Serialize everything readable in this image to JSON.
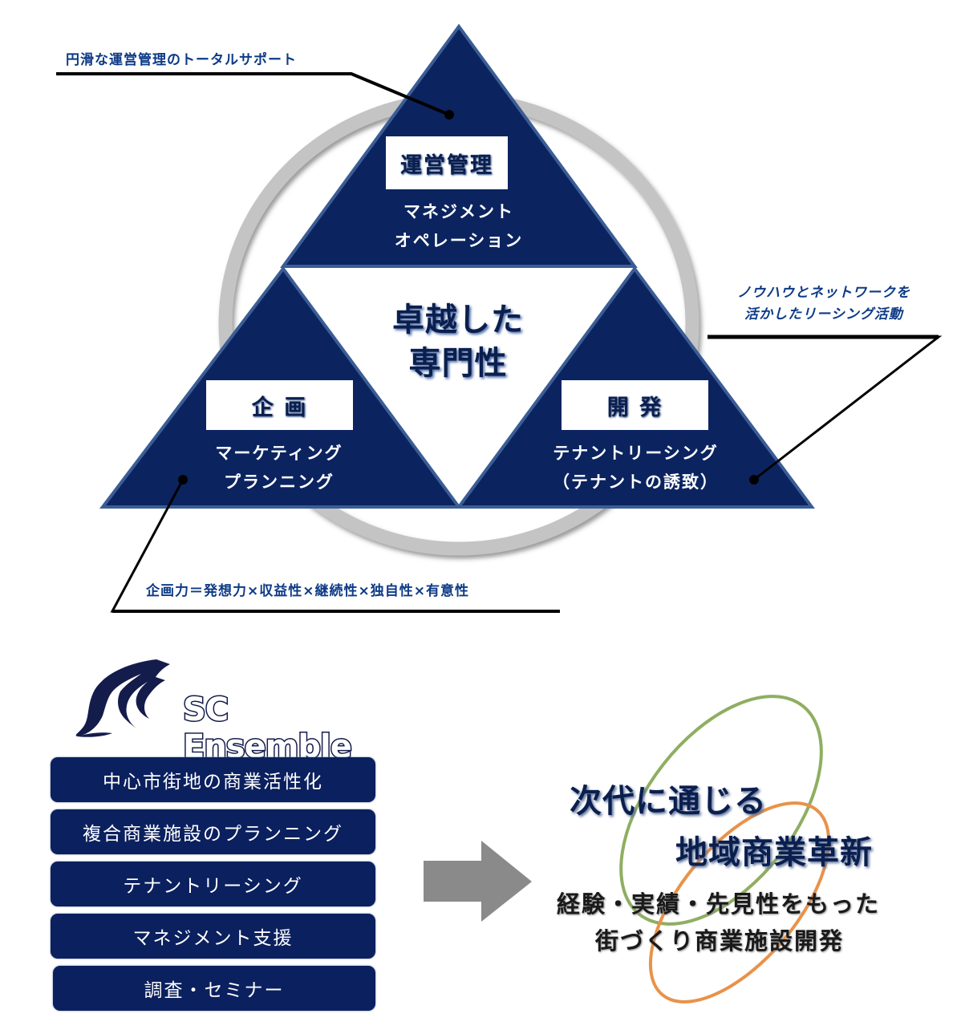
{
  "callouts": {
    "top_left": "円滑な運営管理のトータルサポート",
    "right": [
      "ノウハウとネットワークを",
      "活かしたリーシング活動"
    ],
    "bottom": "企画力＝発想力×収益性×継続性×独自性×有意性"
  },
  "center": {
    "line1": "卓越した",
    "line2": "専門性"
  },
  "triangles": {
    "top": {
      "title": "運営管理",
      "sub1": "マネジメント",
      "sub2": "オペレーション"
    },
    "left": {
      "title": "企 画",
      "sub1": "マーケティング",
      "sub2": "プランニング"
    },
    "right": {
      "title": "開 発",
      "sub1": "テナントリーシング",
      "sub2": "（テナントの誘致）"
    }
  },
  "logo": {
    "text": "SC Ensemble",
    "icon": "swirl-figure-icon"
  },
  "services": [
    "中心市街地の商業活性化",
    "複合商業施設のプランニング",
    "テナントリーシング",
    "マネジメント支援",
    "調査・セミナー"
  ],
  "arrow": {
    "icon": "arrow-right-icon"
  },
  "slogan": {
    "line1": "次代に通じる",
    "line2": "地域商業革新",
    "sub1": "経験・実績・先見性をもった",
    "sub2": "街づくり商業施設開発"
  },
  "colors": {
    "navy": "#0b2460",
    "triangle_edge": "#3b5d95",
    "ring": "#c4c4c4",
    "callout_text": "#0d3a86",
    "green_ellipse": "#8fae62",
    "orange_ellipse": "#e8924a",
    "arrow": "#8a8a8a"
  }
}
